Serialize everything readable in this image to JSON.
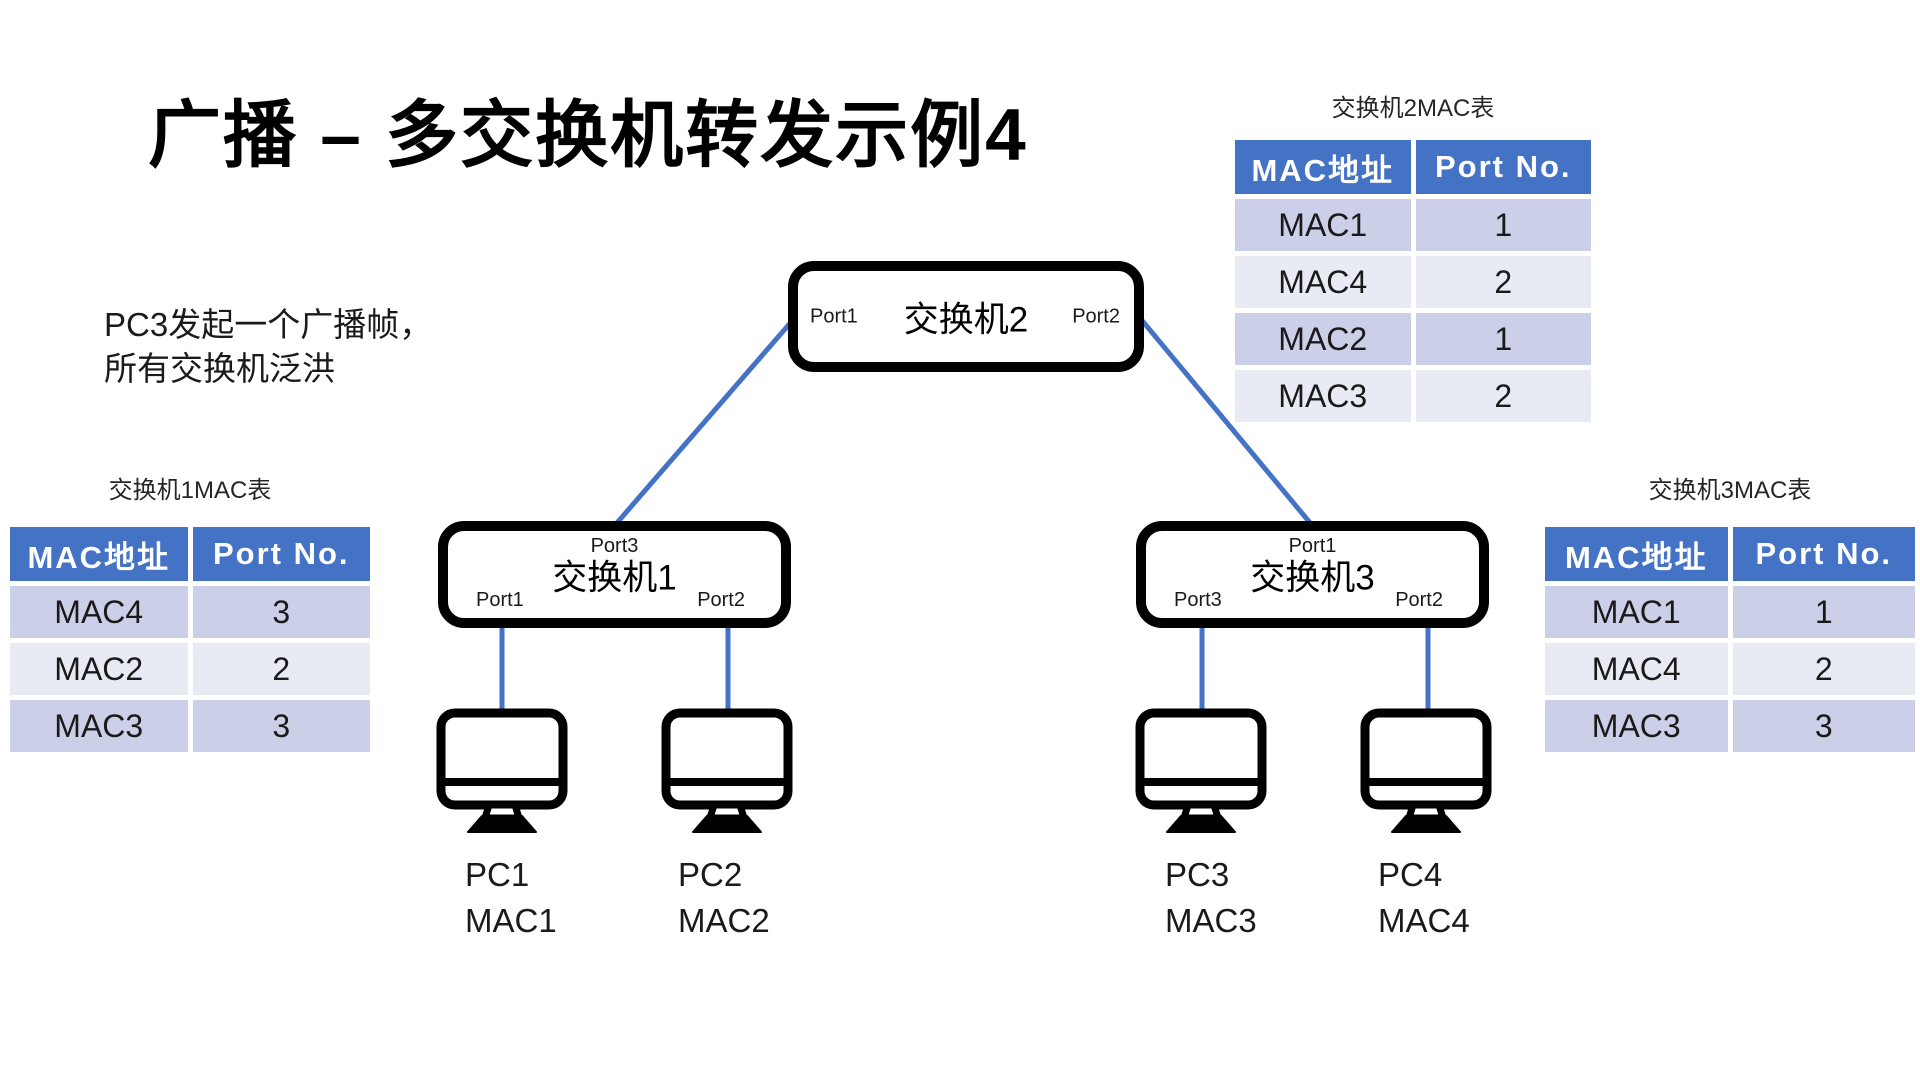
{
  "slide": {
    "title": "广播 – 多交换机转发示例4",
    "note_line1": "PC3发起一个广播帧，",
    "note_line2": "所有交换机泛洪"
  },
  "colors": {
    "header_bg": "#4472C4",
    "header_text": "#FFFFFF",
    "row_dark": "#CBD0E8",
    "row_light": "#E9EBF4",
    "line_blue": "#4472C4",
    "text_dark": "#1A1A1A"
  },
  "tables": {
    "switch1": {
      "caption": "交换机1MAC表",
      "headers": [
        "MAC地址",
        "Port No."
      ],
      "rows": [
        [
          "MAC4",
          "3"
        ],
        [
          "MAC2",
          "2"
        ],
        [
          "MAC3",
          "3"
        ]
      ]
    },
    "switch2": {
      "caption": "交换机2MAC表",
      "headers": [
        "MAC地址",
        "Port No."
      ],
      "rows": [
        [
          "MAC1",
          "1"
        ],
        [
          "MAC4",
          "2"
        ],
        [
          "MAC2",
          "1"
        ],
        [
          "MAC3",
          "2"
        ]
      ]
    },
    "switch3": {
      "caption": "交换机3MAC表",
      "headers": [
        "MAC地址",
        "Port No."
      ],
      "rows": [
        [
          "MAC1",
          "1"
        ],
        [
          "MAC4",
          "2"
        ],
        [
          "MAC3",
          "3"
        ]
      ]
    }
  },
  "switches": {
    "sw1": {
      "label": "交换机1",
      "port_top": "Port3",
      "port_bottom_left": "Port1",
      "port_bottom_right": "Port2"
    },
    "sw2": {
      "label": "交换机2",
      "port_left": "Port1",
      "port_right": "Port2"
    },
    "sw3": {
      "label": "交换机3",
      "port_top": "Port1",
      "port_bottom_left": "Port3",
      "port_bottom_right": "Port2"
    }
  },
  "pcs": {
    "pc1": {
      "name": "PC1",
      "mac": "MAC1"
    },
    "pc2": {
      "name": "PC2",
      "mac": "MAC2"
    },
    "pc3": {
      "name": "PC3",
      "mac": "MAC3"
    },
    "pc4": {
      "name": "PC4",
      "mac": "MAC4"
    }
  }
}
